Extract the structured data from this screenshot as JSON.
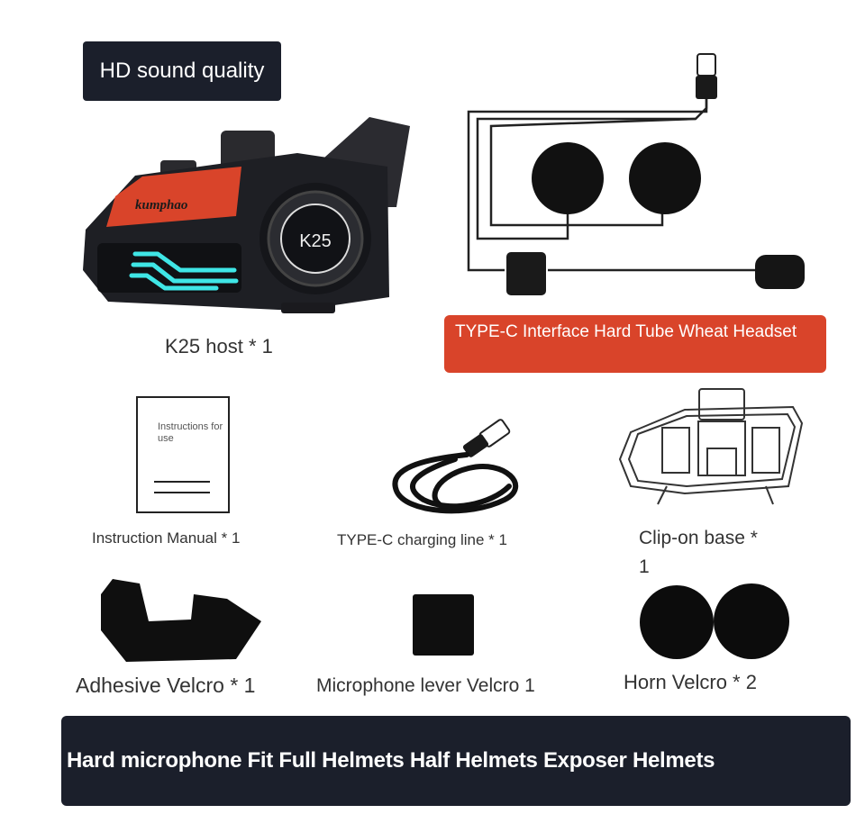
{
  "badge": {
    "text": "HD sound quality"
  },
  "brand_logo_text": "kumphao",
  "device_model": "K25",
  "captions": {
    "host": "K25 host * 1",
    "headset": "TYPE-C Interface Hard Tube Wheat Headset",
    "manual": "Instruction Manual * 1",
    "charging_line": "TYPE-C charging line * 1",
    "clip_base_line1": "Clip-on base *",
    "clip_base_line2": "1",
    "adhesive_velcro": "Adhesive Velcro * 1",
    "mic_velcro": "Microphone lever Velcro 1",
    "horn_velcro": "Horn Velcro * 2"
  },
  "manual_booklet": {
    "text_line1": "Instructions for",
    "text_line2": "use"
  },
  "footer": {
    "text": "Hard microphone Fit Full Helmets Half Helmets Exposer Helmets"
  },
  "colors": {
    "dark": "#1b1f2b",
    "accent_orange": "#d9442a",
    "led_cyan": "#3fe6e6"
  }
}
